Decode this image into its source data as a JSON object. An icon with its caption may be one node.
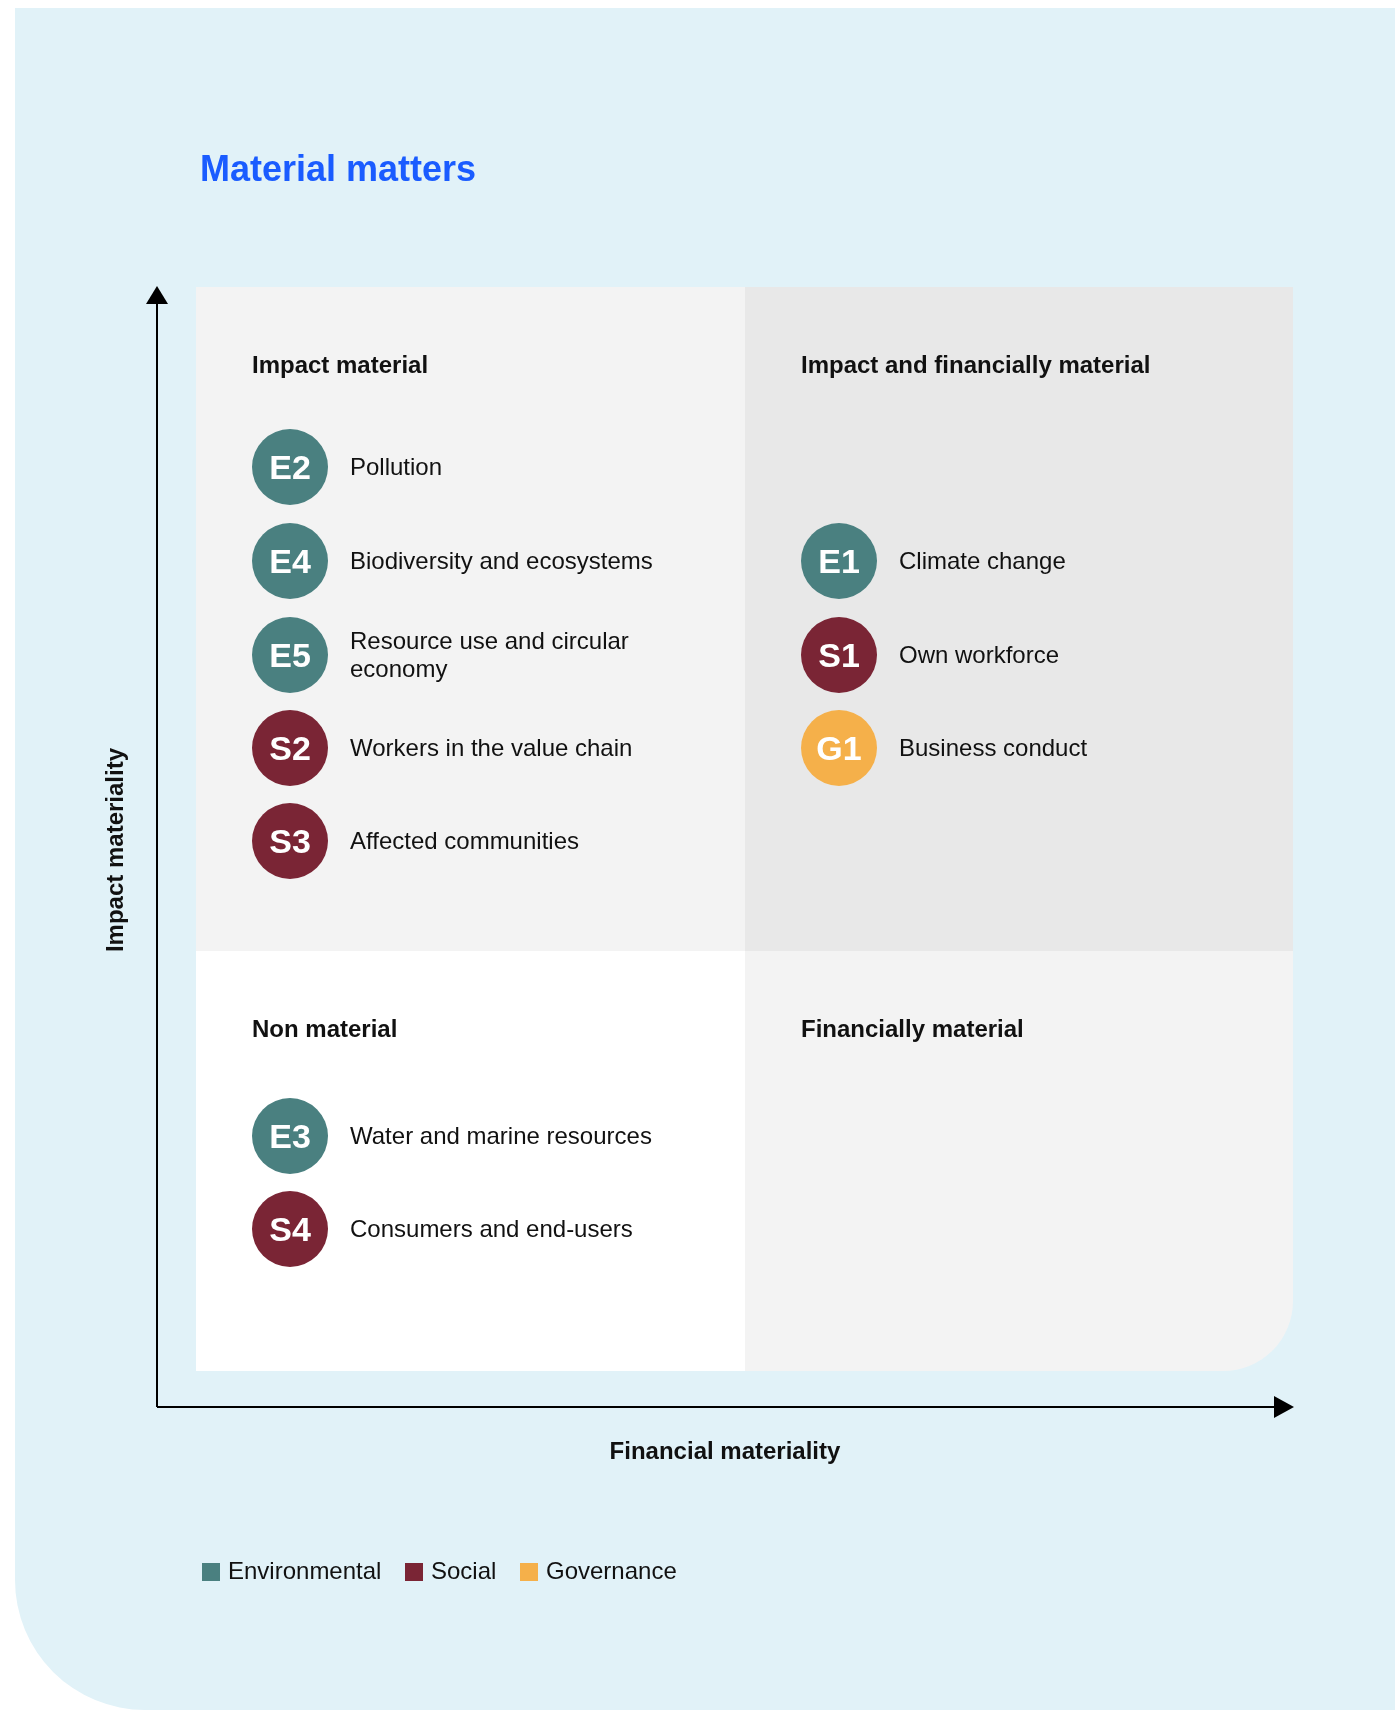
{
  "diagram": {
    "title": "Material matters",
    "nodes": [
      {
        "text": [
          "Impact material"
        ]
      },
      {
        "text": [
          "Impact and financially material"
        ]
      },
      {
        "text": [
          "Non material"
        ]
      },
      {
        "text": [
          "Financially material"
        ]
      },
      {
        "text": [
          "E2"
        ],
        "beside": [
          "Pollution"
        ],
        "in": 0
      },
      {
        "text": [
          "E4"
        ],
        "beside": [
          "Biodiversity and ecosystems"
        ],
        "in": 0
      },
      {
        "text": [
          "E5"
        ],
        "beside": [
          "Resource use and circular economy"
        ],
        "in": 0
      },
      {
        "text": [
          "S2"
        ],
        "beside": [
          "Workers in the value chain"
        ],
        "in": 0
      },
      {
        "text": [
          "S3"
        ],
        "beside": [
          "Affected communities"
        ],
        "in": 0
      },
      {
        "text": [
          "E1"
        ],
        "beside": [
          "Climate change"
        ],
        "in": 1
      },
      {
        "text": [
          "S1"
        ],
        "beside": [
          "Own workforce"
        ],
        "in": 1
      },
      {
        "text": [
          "G1"
        ],
        "beside": [
          "Business conduct"
        ],
        "in": 1
      },
      {
        "text": [
          "E3"
        ],
        "beside": [
          "Water and marine resources"
        ],
        "in": 2
      },
      {
        "text": [
          "S4"
        ],
        "beside": [
          "Consumers and end-users"
        ],
        "in": 2
      }
    ],
    "edges": [],
    "labels": [
      "Impact materiality",
      "Financial materiality"
    ],
    "legend": [
      {
        "text": "Environmental",
        "color": "#4a8080"
      },
      {
        "text": "Social",
        "color": "#7a2535"
      },
      {
        "text": "Governance",
        "color": "#f5b04a"
      }
    ]
  }
}
